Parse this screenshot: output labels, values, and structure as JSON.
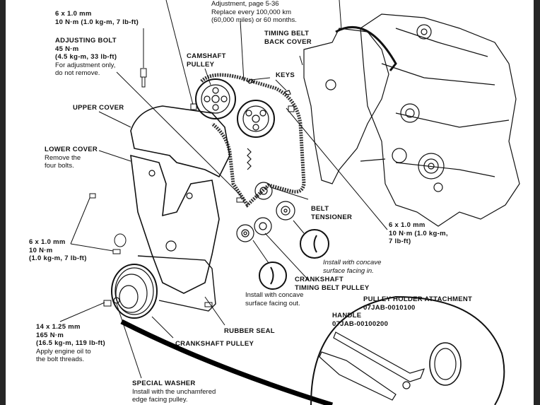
{
  "frame": {
    "side_bar_color": "#262626",
    "background": "#ffffff"
  },
  "labels": {
    "top_bolt": {
      "spec": "6 x 1.0 mm",
      "torque": "10 N·m (1.0 kg-m, 7 lb-ft)"
    },
    "adjusting_bolt": {
      "title": "ADJUSTING BOLT",
      "torque": "45 N·m",
      "torque_alt": "(4.5 kg-m, 33 lb-ft)",
      "note1": "For adjustment only,",
      "note2": "do not remove."
    },
    "timing_belt_note": {
      "line1": "Adjustment, page 5-36",
      "line2": "Replace every 100,000 km",
      "line3": "(60,000 miles) or 60 months."
    },
    "timing_belt_back_cover": {
      "line1": "TIMING BELT",
      "line2": "BACK COVER"
    },
    "camshaft_pulley": {
      "line1": "CAMSHAFT",
      "line2": "PULLEY"
    },
    "keys": "KEYS",
    "upper_cover": "UPPER COVER",
    "lower_cover": {
      "title": "LOWER COVER",
      "note1": "Remove the",
      "note2": "four bolts."
    },
    "belt_tensioner": {
      "line1": "BELT",
      "line2": "TENSIONER"
    },
    "right_bolt": {
      "spec": "6 x 1.0 mm",
      "torque": "10 N·m (1.0 kg-m,",
      "torque2": "7 lb-ft)"
    },
    "left_bolt": {
      "spec": "6 x 1.0 mm",
      "torque": "10 N·m",
      "torque_alt": "(1.0 kg-m, 7 lb-ft)"
    },
    "install_in": {
      "line1": "Install with concave",
      "line2": "surface facing in."
    },
    "crankshaft_timing_belt_pulley": {
      "line1": "CRANKSHAFT",
      "line2": "TIMING BELT PULLEY"
    },
    "install_out": {
      "line1": "Install with concave",
      "line2": "surface facing out."
    },
    "crank_bolt": {
      "spec": "14 x 1.25 mm",
      "torque": "165 N·m",
      "torque_alt": "(16.5 kg-m, 119 lb-ft)",
      "note1": "Apply engine oil to",
      "note2": "the bolt threads."
    },
    "rubber_seal": "RUBBER SEAL",
    "crankshaft_pulley": "CRANKSHAFT PULLEY",
    "special_washer": {
      "title": "SPECIAL WASHER",
      "note1": "Install with the unchamfered",
      "note2": "edge facing pulley."
    },
    "pulley_holder": {
      "title": "PULLEY HOLDER ATTACHMENT",
      "part": "07JAB-0010100"
    },
    "handle": {
      "title": "HANDLE",
      "part": "07JAB-00100200"
    }
  }
}
